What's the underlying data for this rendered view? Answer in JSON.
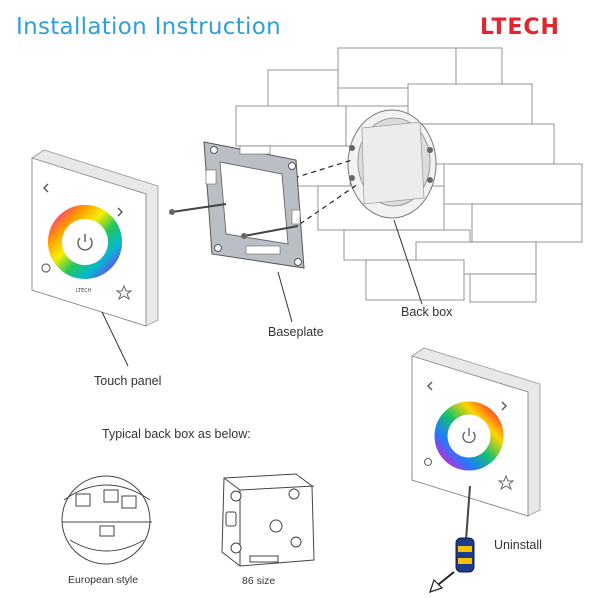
{
  "header": {
    "title": "Installation Instruction",
    "logo_text": "LTECH",
    "logo_color": "#e3262d",
    "title_color": "#2ea0d6"
  },
  "labels": {
    "touch_panel": "Touch panel",
    "baseplate": "Baseplate",
    "back_box": "Back box",
    "typical_back_box": "Typical back box as below:",
    "european_style": "European style",
    "size_86": "86 size",
    "uninstall": "Uninstall"
  },
  "panel": {
    "brand_text": "LTECH"
  },
  "icons": [
    "back-arrow-icon",
    "forward-arrow-icon",
    "power-icon",
    "fan-icon",
    "star-icon",
    "screwdriver-icon",
    "arrow-icon"
  ]
}
